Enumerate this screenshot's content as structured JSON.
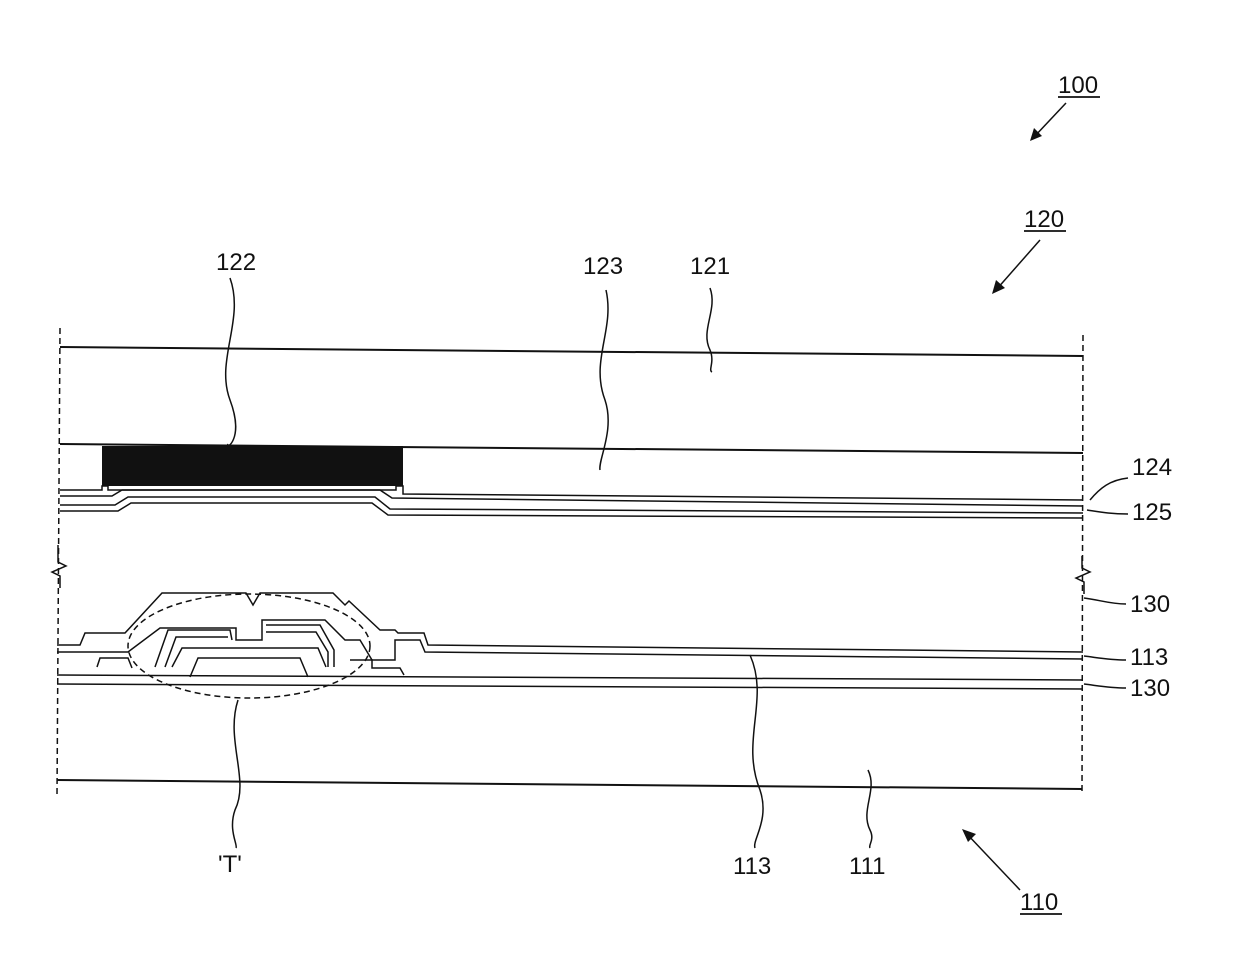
{
  "figure": {
    "labels": {
      "ref_100": "100",
      "ref_120": "120",
      "ref_110": "110",
      "ref_122": "122",
      "ref_123": "123",
      "ref_121": "121",
      "ref_124": "124",
      "ref_125": "125",
      "ref_130_upper": "130",
      "ref_113_right": "113",
      "ref_130_lower": "130",
      "ref_113_bottom": "113",
      "ref_111": "111",
      "ref_T": "'T'"
    },
    "colors": {
      "line": "#111111",
      "black_matrix": "#111111",
      "background": "#ffffff"
    }
  }
}
